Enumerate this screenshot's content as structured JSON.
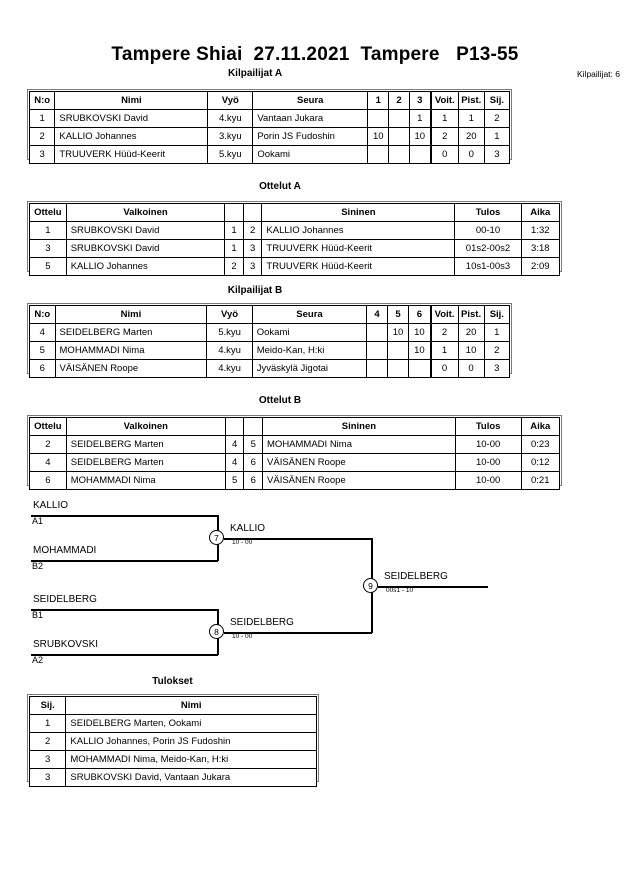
{
  "header": {
    "title": "Tampere Shiai  27.11.2021  Tampere   P13-55",
    "competitor_count_label": "Kilpailijat: 6"
  },
  "sections": {
    "pool_a_caption": "Kilpailijat A",
    "matches_a_caption": "Ottelut A",
    "pool_b_caption": "Kilpailijat B",
    "matches_b_caption": "Ottelut B",
    "results_caption": "Tulokset"
  },
  "pool_headers": {
    "no": "N:o",
    "name": "Nimi",
    "belt": "Vyö",
    "club": "Seura",
    "wins": "Voit.",
    "points": "Pist.",
    "rank": "Sij."
  },
  "match_headers": {
    "match": "Ottelu",
    "white": "Valkoinen",
    "blue": "Sininen",
    "result": "Tulos",
    "time": "Aika"
  },
  "results_headers": {
    "rank": "Sij.",
    "name": "Nimi"
  },
  "pool_a": {
    "opponent_columns": [
      "1",
      "2",
      "3"
    ],
    "rows": [
      {
        "no": "1",
        "name": "SRUBKOVSKI David",
        "belt": "4.kyu",
        "club": "Vantaan Jukara",
        "scores": [
          "",
          "",
          "1"
        ],
        "wins": "1",
        "points": "1",
        "rank": "2"
      },
      {
        "no": "2",
        "name": "KALLIO Johannes",
        "belt": "3.kyu",
        "club": "Porin JS Fudoshin",
        "scores": [
          "10",
          "",
          "10"
        ],
        "wins": "2",
        "points": "20",
        "rank": "1"
      },
      {
        "no": "3",
        "name": "TRUUVERK Hüüd-Keerit",
        "belt": "5.kyu",
        "club": "Ookami",
        "scores": [
          "",
          "",
          ""
        ],
        "wins": "0",
        "points": "0",
        "rank": "3"
      }
    ]
  },
  "matches_a": {
    "rows": [
      {
        "match": "1",
        "white": "SRUBKOVSKI David",
        "white_no": "1",
        "blue_no": "2",
        "blue": "KALLIO Johannes",
        "result": "00-10",
        "time": "1:32"
      },
      {
        "match": "3",
        "white": "SRUBKOVSKI David",
        "white_no": "1",
        "blue_no": "3",
        "blue": "TRUUVERK Hüüd-Keerit",
        "result": "01s2-00s2",
        "time": "3:18"
      },
      {
        "match": "5",
        "white": "KALLIO Johannes",
        "white_no": "2",
        "blue_no": "3",
        "blue": "TRUUVERK Hüüd-Keerit",
        "result": "10s1-00s3",
        "time": "2:09"
      }
    ]
  },
  "pool_b": {
    "opponent_columns": [
      "4",
      "5",
      "6"
    ],
    "rows": [
      {
        "no": "4",
        "name": "SEIDELBERG Marten",
        "belt": "5.kyu",
        "club": "Ookami",
        "scores": [
          "",
          "10",
          "10"
        ],
        "wins": "2",
        "points": "20",
        "rank": "1"
      },
      {
        "no": "5",
        "name": "MOHAMMADI Nima",
        "belt": "4.kyu",
        "club": "Meido-Kan, H:ki",
        "scores": [
          "",
          "",
          "10"
        ],
        "wins": "1",
        "points": "10",
        "rank": "2"
      },
      {
        "no": "6",
        "name": "VÄISÄNEN Roope",
        "belt": "4.kyu",
        "club": "Jyväskylä Jigotai",
        "scores": [
          "",
          "",
          ""
        ],
        "wins": "0",
        "points": "0",
        "rank": "3"
      }
    ]
  },
  "matches_b": {
    "rows": [
      {
        "match": "2",
        "white": "SEIDELBERG Marten",
        "white_no": "4",
        "blue_no": "5",
        "blue": "MOHAMMADI Nima",
        "result": "10-00",
        "time": "0:23"
      },
      {
        "match": "4",
        "white": "SEIDELBERG Marten",
        "white_no": "4",
        "blue_no": "6",
        "blue": "VÄISÄNEN Roope",
        "result": "10-00",
        "time": "0:12"
      },
      {
        "match": "6",
        "white": "MOHAMMADI Nima",
        "white_no": "5",
        "blue_no": "6",
        "blue": "VÄISÄNEN Roope",
        "result": "10-00",
        "time": "0:21"
      }
    ]
  },
  "bracket": {
    "entrants": [
      {
        "name": "KALLIO",
        "seed": "A1"
      },
      {
        "name": "MOHAMMADI",
        "seed": "B2"
      },
      {
        "name": "SEIDELBERG",
        "seed": "B1"
      },
      {
        "name": "SRUBKOVSKI",
        "seed": "A2"
      }
    ],
    "semifinal_1": {
      "node": "7",
      "winner": "KALLIO",
      "score": "10 - 00"
    },
    "semifinal_2": {
      "node": "8",
      "winner": "SEIDELBERG",
      "score": "10 - 00"
    },
    "final": {
      "node": "9",
      "winner": "SEIDELBERG",
      "score": "00s1 - 10"
    }
  },
  "results": {
    "rows": [
      {
        "rank": "1",
        "name": "SEIDELBERG Marten, Ookami"
      },
      {
        "rank": "2",
        "name": "KALLIO Johannes, Porin JS Fudoshin"
      },
      {
        "rank": "3",
        "name": "MOHAMMADI Nima, Meido-Kan, H:ki"
      },
      {
        "rank": "3",
        "name": "SRUBKOVSKI David, Vantaan Jukara"
      }
    ]
  }
}
